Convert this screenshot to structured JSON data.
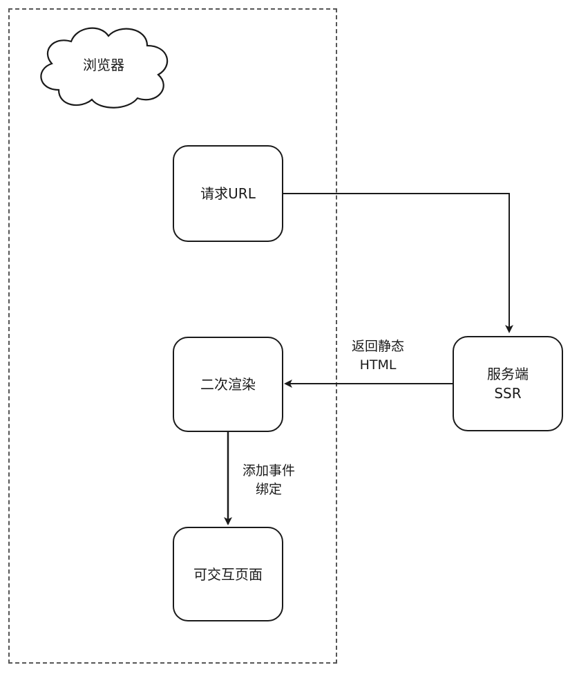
{
  "container": {
    "label": "浏览器"
  },
  "nodes": {
    "request_url": {
      "label": "请求URL"
    },
    "second_render": {
      "label": "二次渲染"
    },
    "interactive_page": {
      "label": "可交互页面"
    },
    "server": {
      "line1": "服务端",
      "line2": "SSR"
    }
  },
  "edges": {
    "return_html": {
      "line1": "返回静态",
      "line2": "HTML"
    },
    "bind_events": {
      "line1": "添加事件",
      "line2": "绑定"
    }
  }
}
